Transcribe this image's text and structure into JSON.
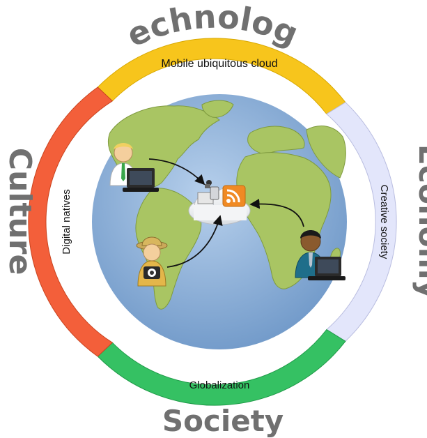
{
  "dimensions": {
    "technology": {
      "title": "Technology",
      "ring_label": "Mobile ubiquitous cloud",
      "color": "#f7c51c"
    },
    "economy": {
      "title": "Economy",
      "ring_label": "Creative society",
      "color": "#e3e6fb"
    },
    "society": {
      "title": "Society",
      "ring_label": "Globalization",
      "color": "#35c163"
    },
    "culture": {
      "title": "Culture",
      "ring_label": "Digital natives",
      "color": "#f35f3a"
    }
  },
  "globe": {
    "ocean_color": "#8ab0d8",
    "land_color": "#a9c563",
    "center_icon": "cloud-rss-devices-icon",
    "people": [
      "office-worker-with-laptop-icon",
      "explorer-with-camera-icon",
      "businessman-with-laptop-icon"
    ]
  }
}
